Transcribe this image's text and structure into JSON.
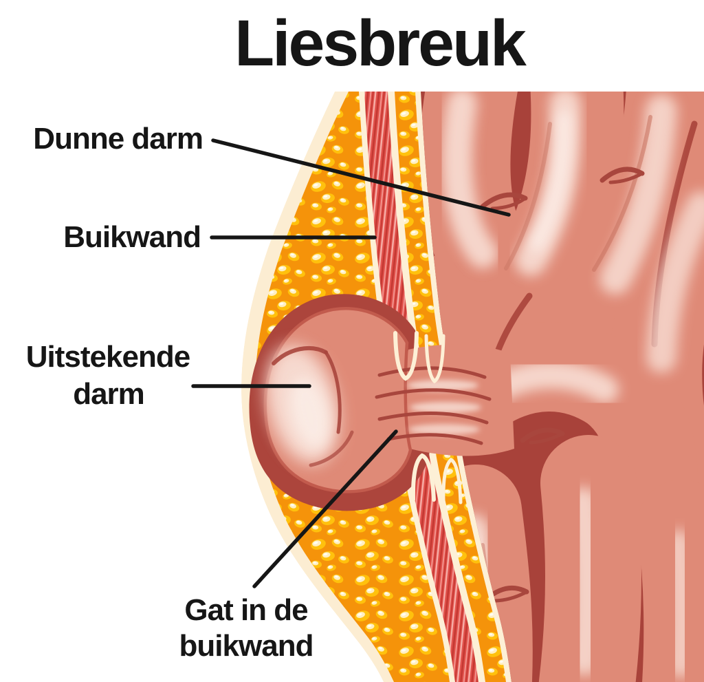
{
  "title": "Liesbreuk",
  "labels": {
    "dunne_darm": "Dunne darm",
    "buikwand": "Buikwand",
    "uitstekende_darm_line1": "Uitstekende",
    "uitstekende_darm_line2": "darm",
    "gat_in_de_buikwand_line1": "Gat in de",
    "gat_in_de_buikwand_line2": "buikwand"
  },
  "colors": {
    "ink": "#161616",
    "skin": "#fcedd2",
    "fascia_cream": "#fdf0d6",
    "fat_base": "#f5930a",
    "fat_bubble": "#ffc10d",
    "bubble_highlight": "#ffefc2",
    "muscle_red": "#e0504a",
    "muscle_stripe_dark": "#c43832",
    "muscle_stripe_light": "#f2958e",
    "cavity_maroon": "#a8423a",
    "intestine": "#df8a77",
    "intestine_edge": "#c25b4d",
    "intestine_highlight": "#f8ded4",
    "hernia_sac": "#ac453c",
    "notch_dark": "#a8463d"
  }
}
